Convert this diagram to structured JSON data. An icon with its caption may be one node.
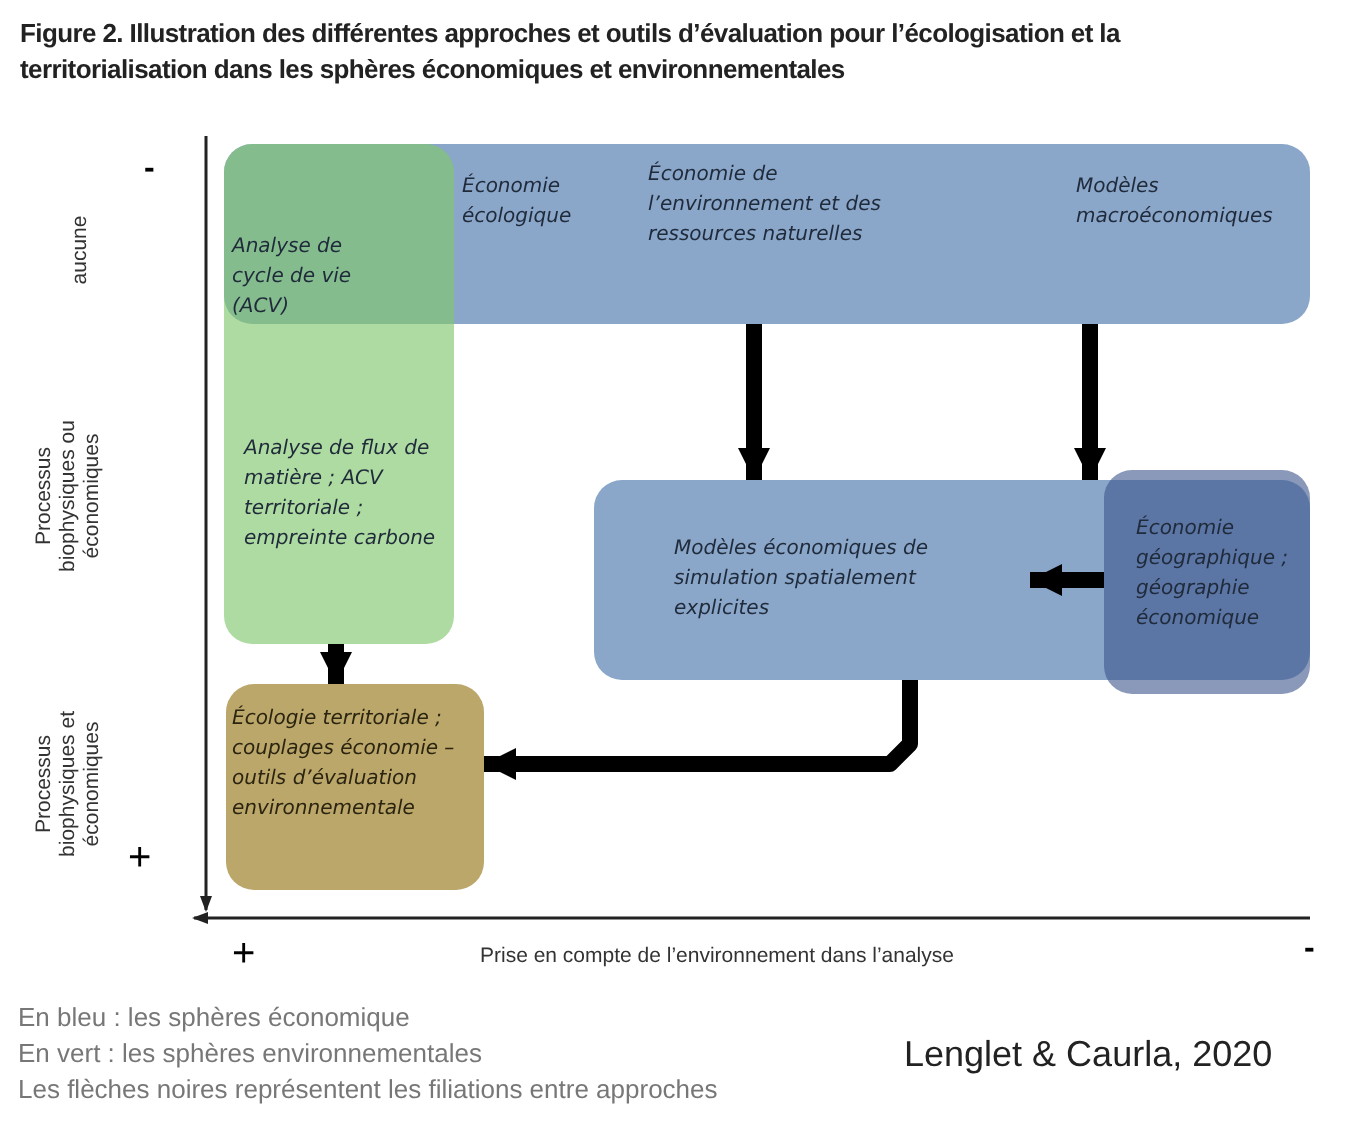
{
  "diagram": {
    "title": "Figure 2. Illustration des différentes approches et outils d’évaluation pour l’écologisation et la territorialisation dans les sphères économiques et environnementales",
    "nodes": [
      {
        "text": [
          "Économie écologique",
          "Économie de l’environnement et des ressources naturelles",
          "Modèles macroéconomiques"
        ]
      },
      {
        "text": [
          "Analyse de cycle de vie (ACV)",
          "Analyse de flux de matière ; ACV territoriale ; empreinte carbone"
        ]
      },
      {
        "text": [
          "Modèles économiques de simulation spatialement explicites"
        ]
      },
      {
        "text": [
          "Économie géographique ; géographie économique"
        ]
      },
      {
        "text": [
          "Écologie territoriale ; couplages économie – outils d’évaluation environnementale"
        ]
      }
    ],
    "edges": [
      {
        "from": 0,
        "to": 2,
        "arrow": "to"
      },
      {
        "from": 0,
        "to": 2,
        "arrow": "to"
      },
      {
        "from": 3,
        "to": 2,
        "arrow": "to"
      },
      {
        "from": 1,
        "to": 4,
        "arrow": "to"
      },
      {
        "from": 2,
        "to": 4,
        "arrow": "to"
      }
    ],
    "labels": [
      "-",
      "aucune",
      "Processus biophysiques ou économiques",
      "Processus biophysiques et économiques",
      "+",
      "+",
      "Prise en compte de l’environnement dans l’analyse",
      "-",
      "En bleu : les sphères économique",
      "En vert : les sphères environnementales",
      "Les flèches noires représentent les filiations entre approches",
      "Lenglet & Caurla, 2020"
    ]
  }
}
